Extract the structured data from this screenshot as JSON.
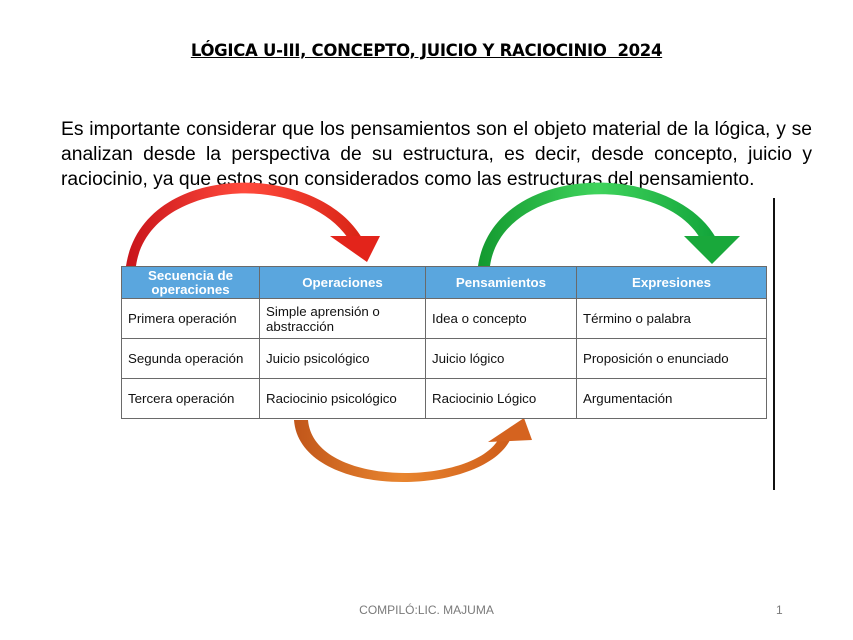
{
  "slide": {
    "title": "LÓGICA U-III, CONCEPTO, JUICIO Y RACIOCINIO  2024",
    "paragraph": "Es importante considerar que los pensamientos son el objeto material de la lógica, y se analizan desde la perspectiva de su estructura, es decir, desde concepto, juicio y raciocinio, ya que estos son considerados como las estructuras del pensamiento."
  },
  "table": {
    "headers": [
      "Secuencia de operaciones",
      "Operaciones",
      "Pensamientos",
      "Expresiones"
    ],
    "rows": [
      [
        "Primera operación",
        "Simple aprensión o abstracción",
        "Idea o concepto",
        "Término o palabra"
      ],
      [
        "Segunda operación",
        "Juicio psicológico",
        "Juicio lógico",
        "Proposición o enunciado"
      ],
      [
        "Tercera operación",
        "Raciocinio psicológico",
        "Raciocinio Lógico",
        "Argumentación"
      ]
    ]
  },
  "arrows": {
    "top_left_color": "#e3241b",
    "top_right_color": "#19a83b",
    "bottom_color": "#d5631f"
  },
  "footer": {
    "author": "COMPILÓ:LIC. MAJUMA",
    "page_number": "1"
  }
}
